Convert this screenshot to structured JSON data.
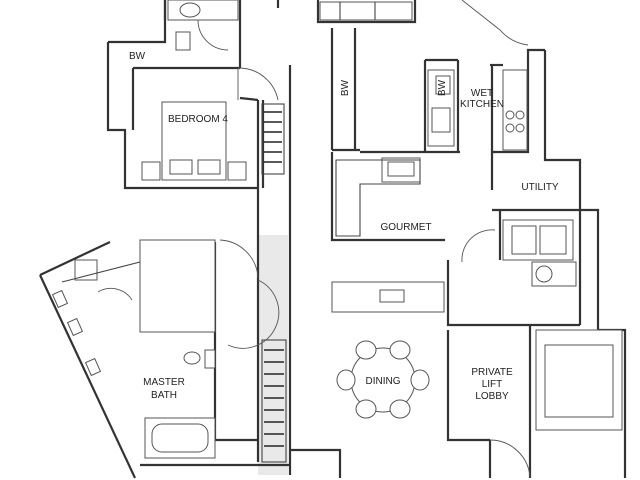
{
  "rooms": {
    "bw_top_left": "BW",
    "bedroom": "BEDROOM 4",
    "bw_center": "BW",
    "bw_kitchen": "BW",
    "wet_kitchen_line1": "WET",
    "wet_kitchen_line2": "KITCHEN",
    "utility": "UTILITY",
    "gourmet": "GOURMET",
    "master_bath_line1": "MASTER",
    "master_bath_line2": "BATH",
    "dining": "DINING",
    "private_lift_line1": "PRIVATE",
    "private_lift_line2": "LIFT",
    "private_lift_line3": "LOBBY"
  },
  "colors": {
    "wall": "#333333",
    "fixture": "#555555",
    "background": "#ffffff"
  }
}
